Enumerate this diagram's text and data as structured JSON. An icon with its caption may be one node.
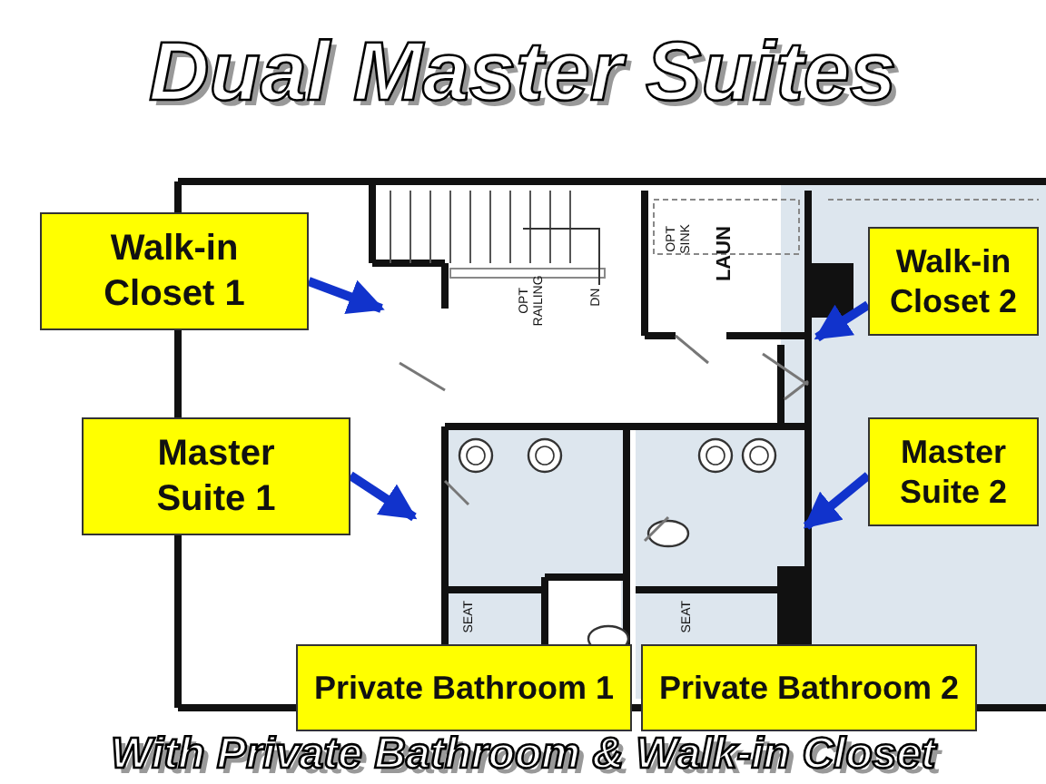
{
  "diagram": {
    "title": "Dual Master Suites",
    "caption": "With Private Bathroom & Walk-in Closet",
    "nodes": [
      {
        "text": [
          "Walk-in Closet 1"
        ]
      },
      {
        "text": [
          "Master Suite 1"
        ]
      },
      {
        "text": [
          "Walk-in Closet 2"
        ]
      },
      {
        "text": [
          "Master Suite 2"
        ]
      },
      {
        "text": [
          "Private Bathroom 1"
        ]
      },
      {
        "text": [
          "Private Bathroom 2"
        ]
      }
    ],
    "edges": [
      {
        "from": 0,
        "to": null,
        "arrow": "to",
        "color": "#1133cc"
      },
      {
        "from": 1,
        "to": null,
        "arrow": "to",
        "color": "#1133cc"
      },
      {
        "from": 2,
        "to": null,
        "arrow": "to",
        "color": "#1133cc"
      },
      {
        "from": 3,
        "to": null,
        "arrow": "to",
        "color": "#1133cc"
      }
    ],
    "labels": [
      "OPT RAILING",
      "DN",
      "OPT SINK",
      "LAUN",
      "SEAT",
      "SEAT"
    ]
  }
}
